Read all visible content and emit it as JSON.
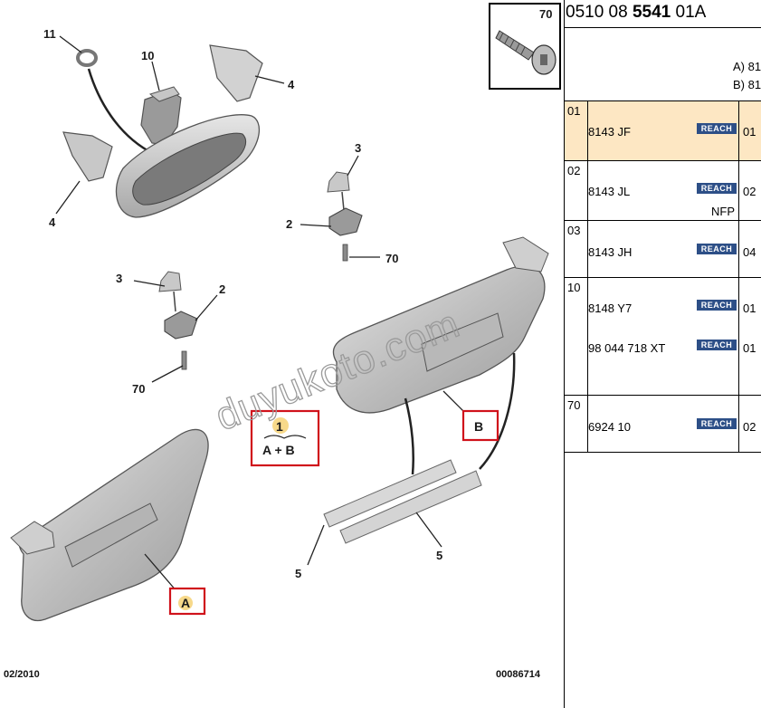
{
  "diagram": {
    "callouts": {
      "c11": "11",
      "c10": "10",
      "c4a": "4",
      "c4b": "4",
      "c3a": "3",
      "c2a": "2",
      "c70a": "70",
      "c3b": "3",
      "c2b": "2",
      "c70b": "70",
      "c5a": "5",
      "c5b": "5"
    },
    "group_box": {
      "num": "1",
      "text": "A + B"
    },
    "label_a": "A",
    "label_b": "B",
    "watermark": "duyukoto.com",
    "date_code": "02/2010",
    "doc_code": "00086714",
    "thumb_label": "70"
  },
  "header": {
    "ref_pre": "0510 08 ",
    "ref_bold": "5541",
    "ref_post": " 01A"
  },
  "legend": {
    "a": "A) 81",
    "b": "B) 81"
  },
  "badge_text": "REACH",
  "rows": [
    {
      "code": "01",
      "parts": [
        {
          "ref": "8143 JF",
          "qty": "01"
        }
      ]
    },
    {
      "code": "02",
      "parts": [
        {
          "ref": "8143 JL",
          "qty": "02",
          "note": "NFP"
        }
      ]
    },
    {
      "code": "03",
      "parts": [
        {
          "ref": "8143 JH",
          "qty": "04"
        }
      ]
    },
    {
      "code": "10",
      "parts": [
        {
          "ref": "8148 Y7",
          "qty": "01"
        },
        {
          "ref": "98 044 718 XT",
          "qty": "01"
        }
      ]
    },
    {
      "code": "70",
      "parts": [
        {
          "ref": "6924 10",
          "qty": "02"
        }
      ]
    }
  ],
  "colors": {
    "highlight_row": "#fde7c3",
    "reach_badge": "#2d4f87",
    "red_box": "#d0121b"
  }
}
